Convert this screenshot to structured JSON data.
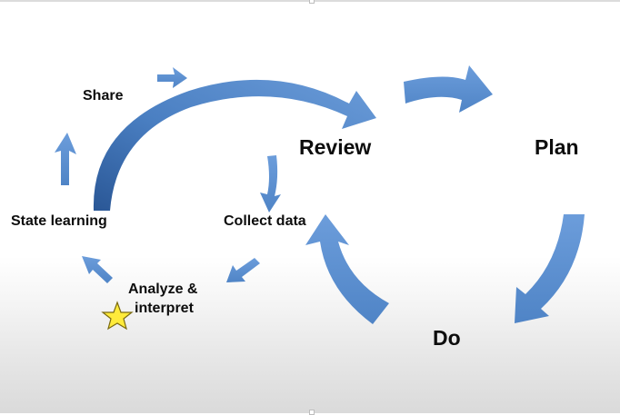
{
  "labels": {
    "share": "Share",
    "state_learning": "State learning",
    "collect_data": "Collect data",
    "analyze_interpret_line1": "Analyze &",
    "analyze_interpret_line2": "interpret",
    "review": "Review",
    "plan": "Plan",
    "do": "Do"
  },
  "colors": {
    "arrow_fill": "#5b8fcf",
    "arrow_dark": "#2f5f9e",
    "star_fill": "#ffeb3b",
    "star_stroke": "#7a6a10",
    "text": "#0d0d0d"
  }
}
